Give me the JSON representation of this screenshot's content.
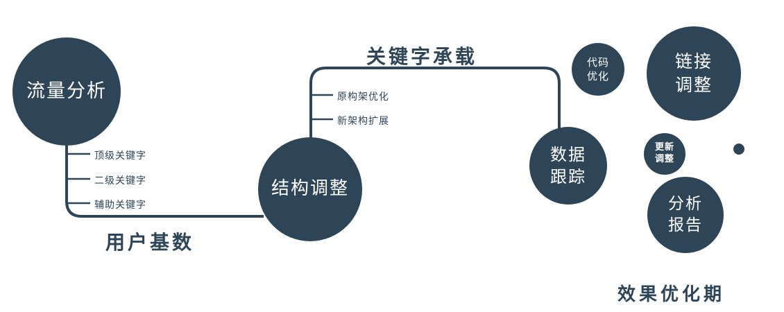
{
  "diagram": {
    "nodes": {
      "traffic_analysis": {
        "label": "流量分析"
      },
      "structure_adjustment": {
        "label": "结构调整"
      },
      "data_tracking": {
        "line1": "数据",
        "line2": "跟踪"
      },
      "code_optimization": {
        "line1": "代码",
        "line2": "优化"
      },
      "link_adjustment": {
        "line1": "链接",
        "line2": "调整"
      },
      "update_adjustment": {
        "line1": "更新",
        "line2": "调整"
      },
      "analysis_report": {
        "line1": "分析",
        "line2": "报告"
      }
    },
    "edge_labels": {
      "user_base": "用户基数",
      "keyword_carry": "关键字承载"
    },
    "branches": {
      "traffic": [
        "顶级关键字",
        "二级关键字",
        "辅助关键字"
      ],
      "structure": [
        "原构架优化",
        "新架构扩展"
      ]
    },
    "caption": "效果优化期",
    "colors": {
      "primary": "#2e4557",
      "text_on_node": "#ffffff",
      "background": "#ffffff"
    }
  }
}
